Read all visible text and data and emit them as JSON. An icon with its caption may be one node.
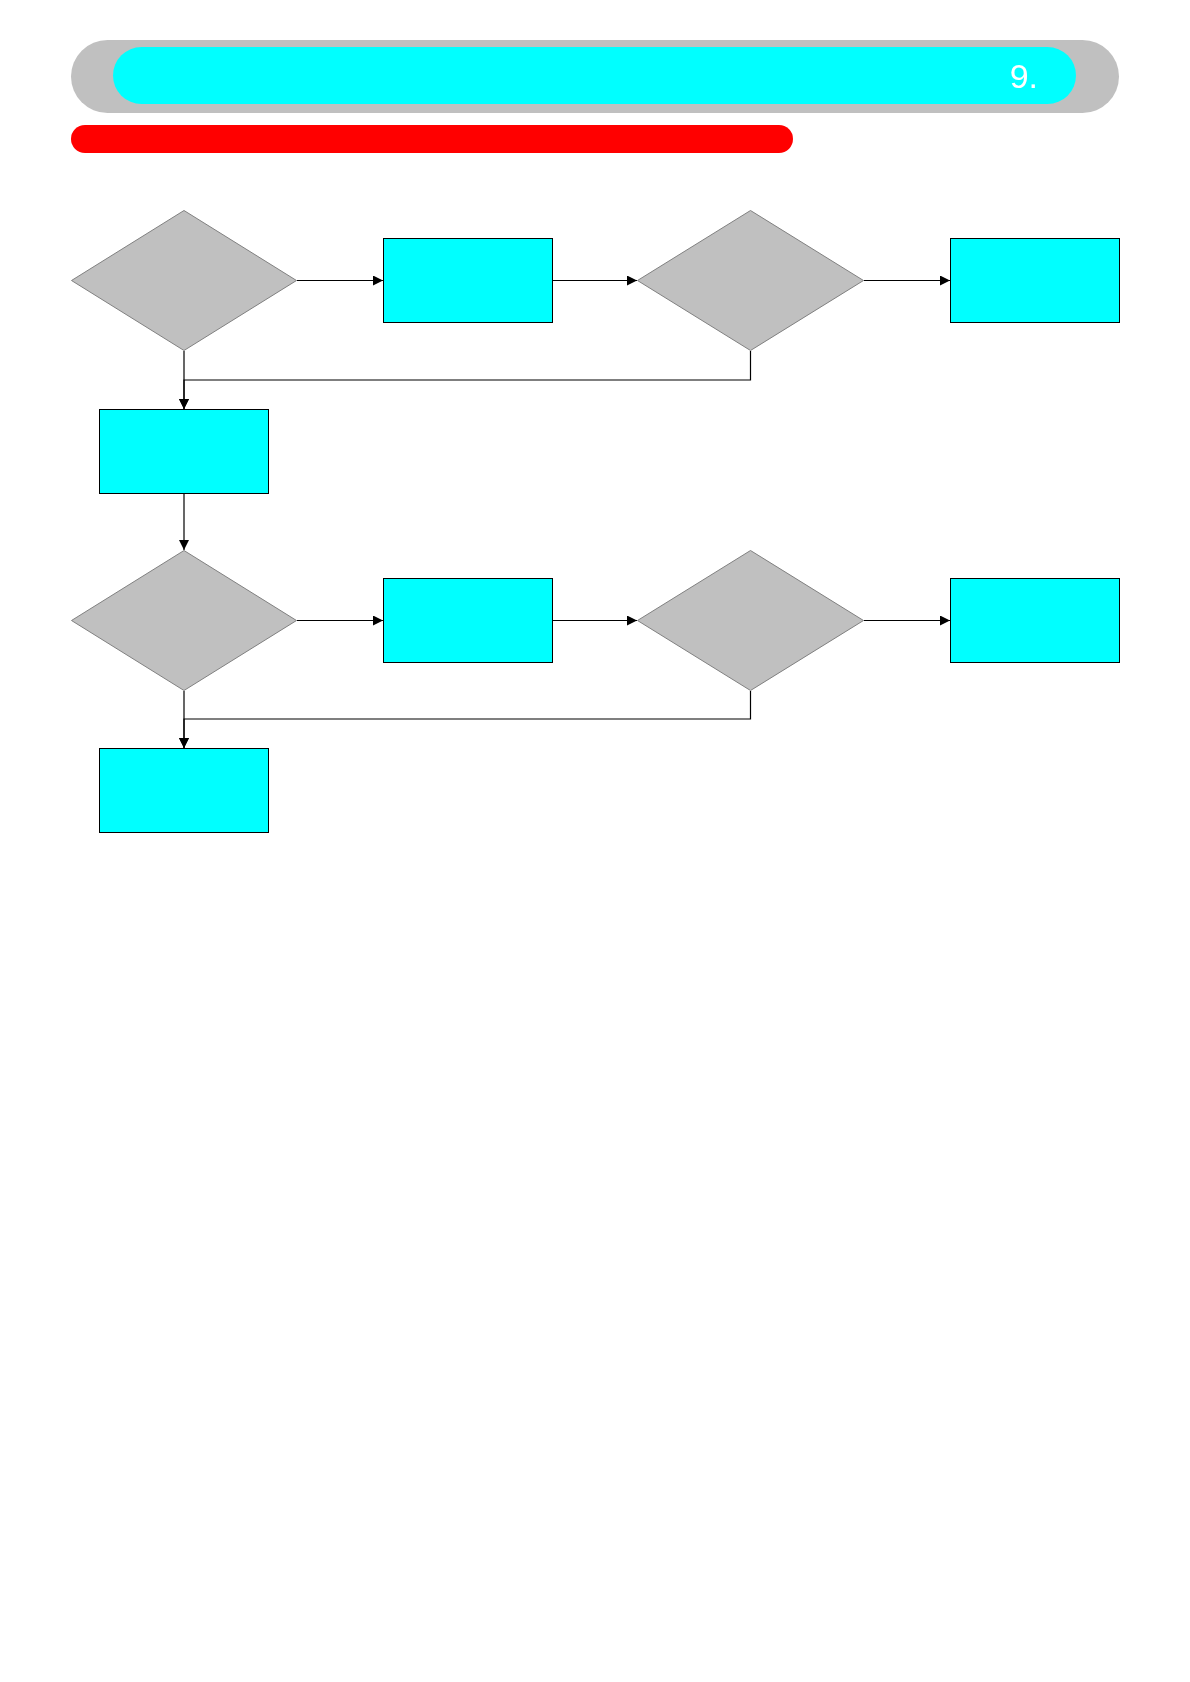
{
  "diagram": {
    "title": "9.",
    "nodes": [
      {
        "text": [],
        "shape": "bar"
      },
      {
        "text": [],
        "shape": "diamond"
      },
      {
        "text": [],
        "shape": "box"
      },
      {
        "text": [],
        "shape": "diamond"
      },
      {
        "text": [],
        "shape": "box"
      },
      {
        "text": [],
        "shape": "box"
      },
      {
        "text": [],
        "shape": "diamond"
      },
      {
        "text": [],
        "shape": "box"
      },
      {
        "text": [],
        "shape": "diamond"
      },
      {
        "text": [],
        "shape": "box"
      },
      {
        "text": [],
        "shape": "box"
      }
    ],
    "edges": [
      {
        "from": 1,
        "to": 2,
        "arrow": "to"
      },
      {
        "from": 2,
        "to": 3,
        "arrow": "to"
      },
      {
        "from": 3,
        "to": 4,
        "arrow": "to"
      },
      {
        "from": 1,
        "to": 5,
        "arrow": "to"
      },
      {
        "from": 3,
        "to": 5,
        "arrow": "to"
      },
      {
        "from": 5,
        "to": 6,
        "arrow": "to"
      },
      {
        "from": 6,
        "to": 7,
        "arrow": "to"
      },
      {
        "from": 7,
        "to": 8,
        "arrow": "to"
      },
      {
        "from": 8,
        "to": 9,
        "arrow": "to"
      },
      {
        "from": 6,
        "to": 10,
        "arrow": "to"
      },
      {
        "from": 8,
        "to": 10,
        "arrow": "to"
      }
    ]
  }
}
